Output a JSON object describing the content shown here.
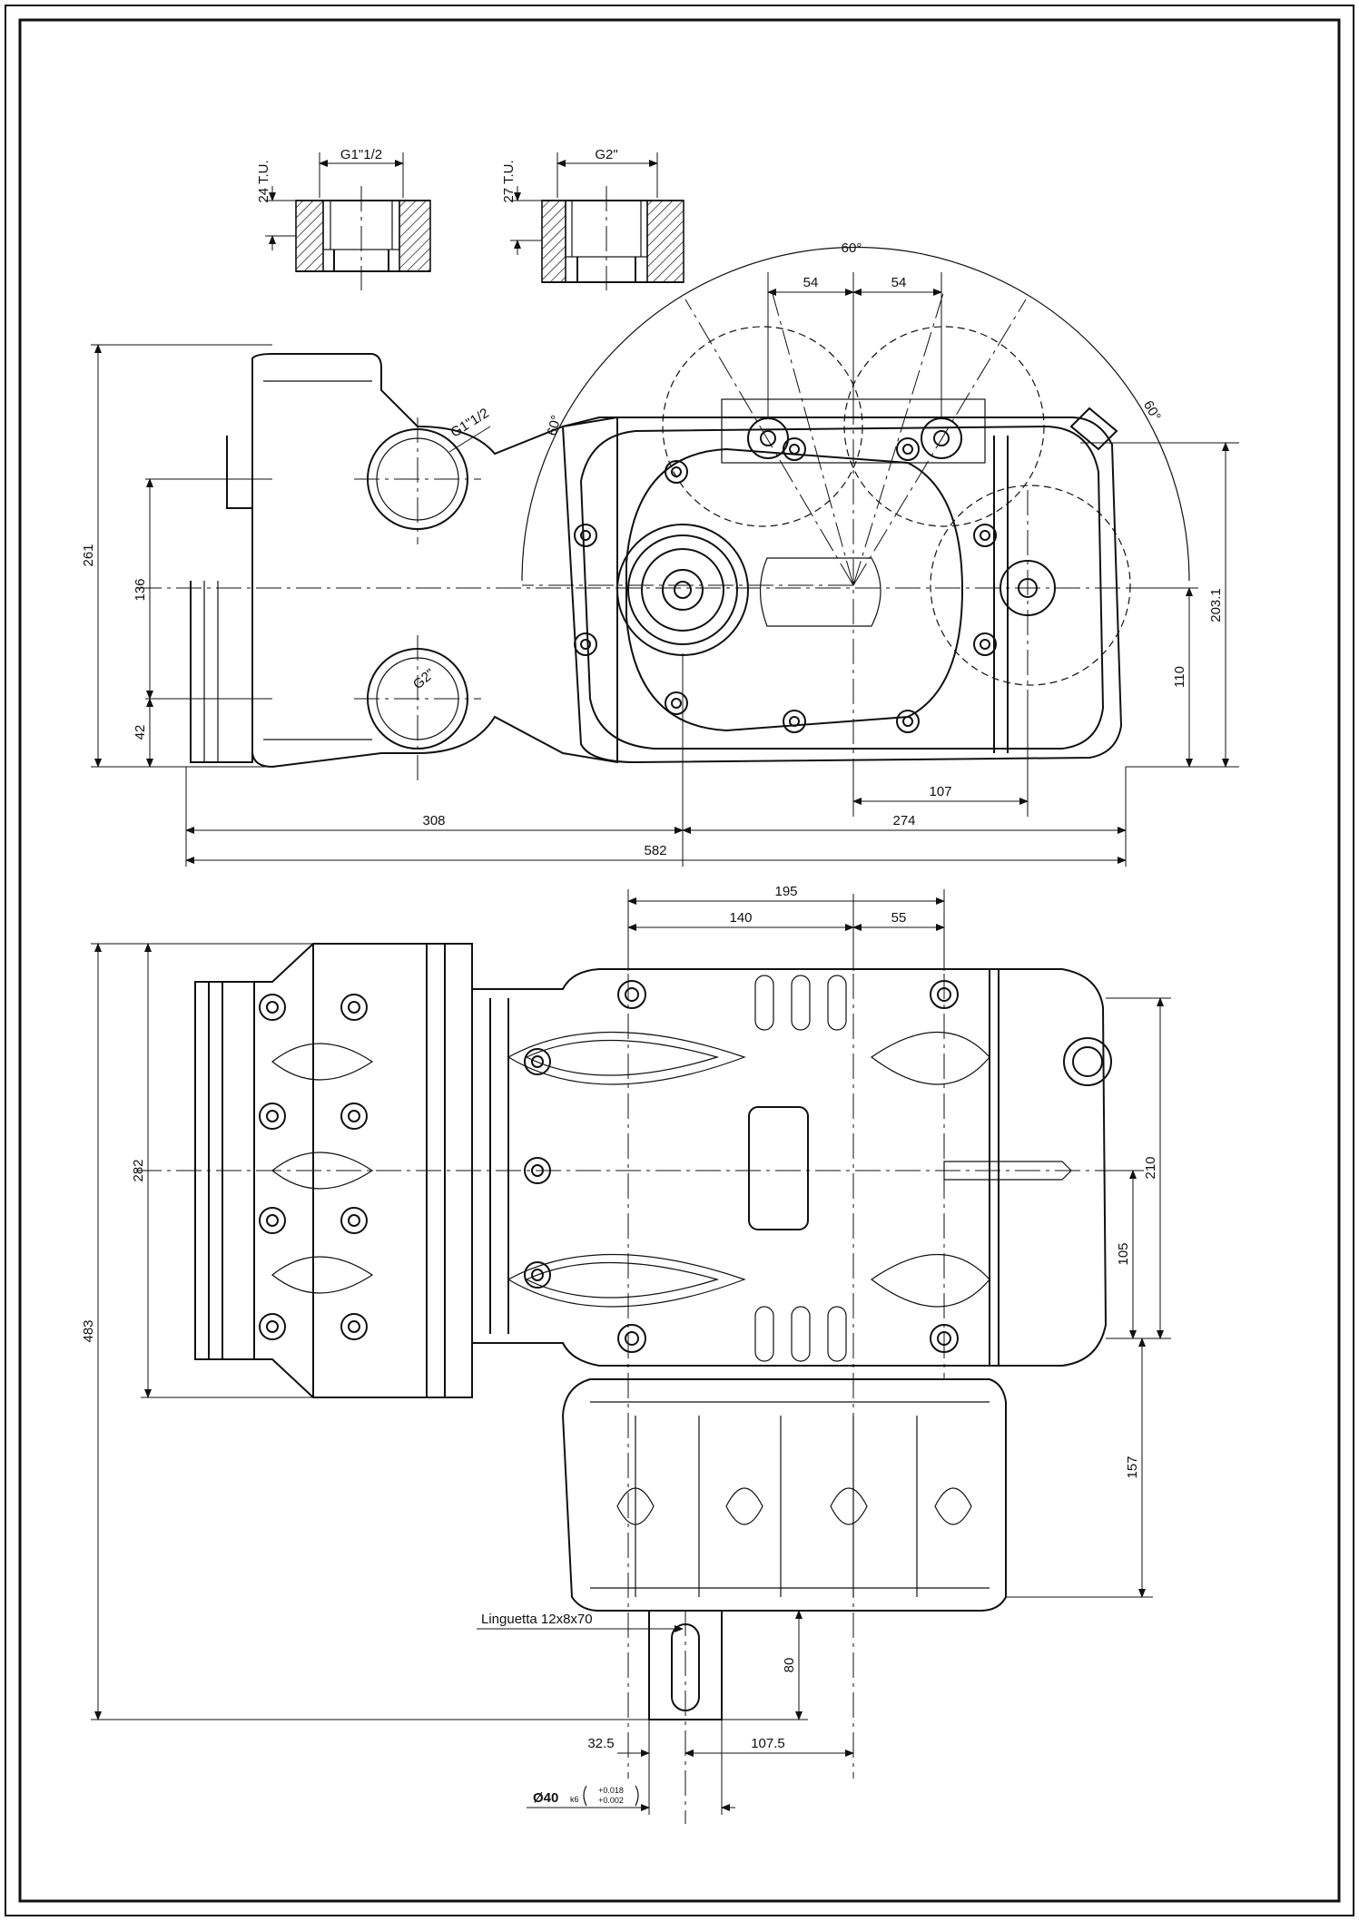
{
  "ports": {
    "port1": {
      "height": "24 T.U.",
      "thread": "G1\"1/2"
    },
    "port2": {
      "height": "27 T.U.",
      "thread": "G2\""
    }
  },
  "top_view": {
    "angle_top": "60°",
    "angle_left": "60°",
    "angle_right": "60°",
    "d_54_left": "54",
    "d_54_right": "54",
    "label_g112": "G1\"1/2",
    "label_g2": "G2\"",
    "d_261": "261",
    "d_136": "136",
    "d_42": "42",
    "d_203": "203.1",
    "d_110": "110",
    "d_107": "107",
    "d_308": "308",
    "d_274": "274",
    "d_582": "582"
  },
  "bottom_view": {
    "d_195": "195",
    "d_140": "140",
    "d_55": "55",
    "d_282": "282",
    "d_483": "483",
    "d_210": "210",
    "d_105": "105",
    "d_157": "157",
    "d_80": "80",
    "key_label": "Linguetta 12x8x70",
    "d_325": "32.5",
    "d_1075": "107.5",
    "shaft_dia": "Ø40",
    "shaft_fit": "k6",
    "tol_upper": "+0.018",
    "tol_lower": "+0.002"
  }
}
